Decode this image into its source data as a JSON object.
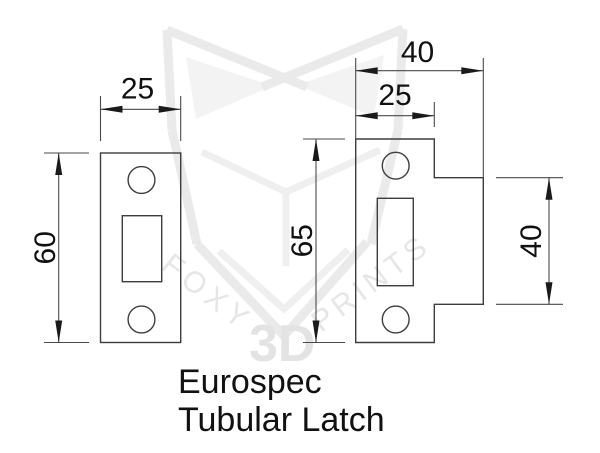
{
  "drawing": {
    "title_line1": "Eurospec",
    "title_line2": "Tubular Latch"
  },
  "dimensions": {
    "left_width": "25",
    "left_height": "60",
    "right_height": "65",
    "right_total_width": "40",
    "right_width": "25",
    "right_tab_height": "40"
  },
  "watermark": {
    "brand_word1": "FOXY",
    "brand_word2": "3D",
    "brand_word3": "PRINTS"
  },
  "colors": {
    "object_line": "#3d3d3d",
    "dimension_line": "#4a4a4a",
    "text": "#111111",
    "watermark_gray": "#eaeaea",
    "background": "#ffffff"
  }
}
